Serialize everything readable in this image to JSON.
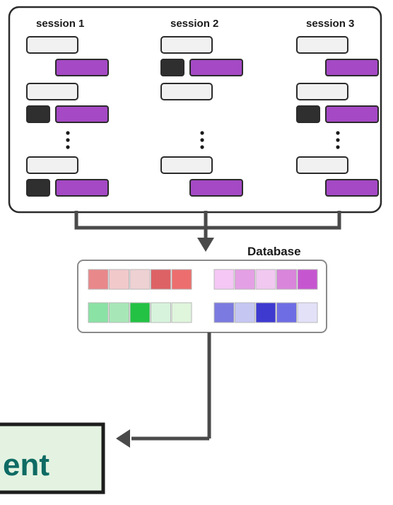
{
  "sessions": [
    {
      "label": "session 1",
      "rows": [
        {
          "query": true,
          "tool": false,
          "response": true
        },
        {
          "query": true,
          "tool": true,
          "response": true
        },
        {
          "query": true,
          "tool": true,
          "response": true
        }
      ]
    },
    {
      "label": "session 2",
      "rows": [
        {
          "query": true,
          "tool": true,
          "response": true
        },
        {
          "query": true,
          "tool": false,
          "response": false
        },
        {
          "query": true,
          "tool": false,
          "response": true
        }
      ]
    },
    {
      "label": "session 3",
      "rows": [
        {
          "query": true,
          "tool": false,
          "response": true
        },
        {
          "query": true,
          "tool": true,
          "response": true
        },
        {
          "query": true,
          "tool": false,
          "response": true
        }
      ]
    }
  ],
  "ellipsis": "⋮",
  "database": {
    "label": "Database",
    "groups": [
      {
        "cells": [
          "#e9888a",
          "#f2c9cb",
          "#eed1d3",
          "#dd6265",
          "#ec6e6e"
        ]
      },
      {
        "cells": [
          "#f4c7f4",
          "#e4a0e4",
          "#f0c8f0",
          "#d985db",
          "#c656d0"
        ]
      },
      {
        "cells": [
          "#8ae2a5",
          "#a7e7b7",
          "#23c244",
          "#d7f3dc",
          "#dff5dc"
        ]
      },
      {
        "cells": [
          "#7b7ae0",
          "#c5c6f2",
          "#3e3ad0",
          "#6f6de4",
          "#e2e1f8"
        ]
      }
    ]
  },
  "agent": {
    "label": "ent"
  },
  "colors": {
    "query": "#f1f1f1",
    "tool": "#2f2f2f",
    "response": "#a549c5",
    "outline": "#2b2b2b",
    "agent_fill": "#e4f3e1",
    "agent_text": "#0e6b64"
  }
}
